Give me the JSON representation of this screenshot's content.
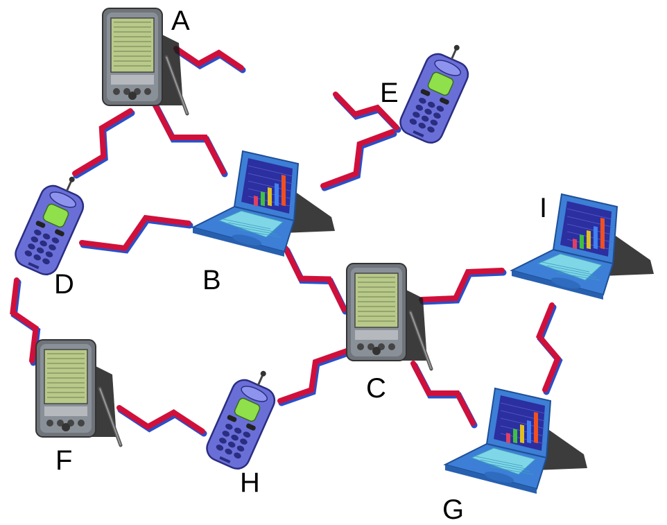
{
  "nodes": [
    {
      "id": "A",
      "label": "A",
      "device": "pda"
    },
    {
      "id": "B",
      "label": "B",
      "device": "laptop"
    },
    {
      "id": "C",
      "label": "C",
      "device": "pda"
    },
    {
      "id": "D",
      "label": "D",
      "device": "phone"
    },
    {
      "id": "E",
      "label": "E",
      "device": "phone"
    },
    {
      "id": "F",
      "label": "F",
      "device": "pda"
    },
    {
      "id": "G",
      "label": "G",
      "device": "laptop"
    },
    {
      "id": "H",
      "label": "H",
      "device": "phone"
    },
    {
      "id": "I",
      "label": "I",
      "device": "laptop"
    }
  ],
  "links": [
    [
      "A",
      "D"
    ],
    [
      "A",
      "B"
    ],
    [
      "B",
      "D"
    ],
    [
      "B",
      "E"
    ],
    [
      "B",
      "C"
    ],
    [
      "D",
      "F"
    ],
    [
      "F",
      "H"
    ],
    [
      "H",
      "C"
    ],
    [
      "C",
      "I"
    ],
    [
      "C",
      "G"
    ],
    [
      "G",
      "I"
    ]
  ],
  "colors": {
    "link": "#d0103a",
    "link_shadow": "#2a4fc8",
    "laptop_body": "#3d7fd6",
    "laptop_screen": "#2b2fa0",
    "phone_body": "#6a6fd8",
    "phone_display": "#8fe04a",
    "pda_body": "#6f747a",
    "pda_screen": "#b8c98a",
    "shadow": "#1a1a1a"
  }
}
